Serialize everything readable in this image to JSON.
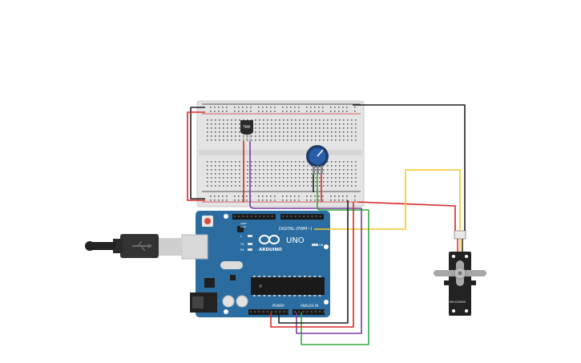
{
  "board": {
    "brand": "ARDUINO",
    "model": "UNO",
    "digital_header_label": "DIGITAL (PWM~)",
    "power_label": "POWER",
    "analog_label": "ANALOG IN",
    "aref_label": "AREF",
    "gnd_label": "GND",
    "tx_label": "TX",
    "rx_label": "RX",
    "on_label": "ON",
    "l_label": "L"
  },
  "sensor": {
    "label": "TMP"
  },
  "servo": {
    "label": "SM-S2309S"
  },
  "colors": {
    "board": "#2b6da1",
    "breadboard": "#e6e6e6",
    "wire_red": "#d62828",
    "wire_black": "#1f1f1f",
    "wire_green": "#2eab3d",
    "wire_purple": "#7b3aa3",
    "wire_yellow": "#f3c623",
    "servo_body": "#222222",
    "servo_horn": "#aaaaaa",
    "pot_knob": "#2a5fa8"
  }
}
